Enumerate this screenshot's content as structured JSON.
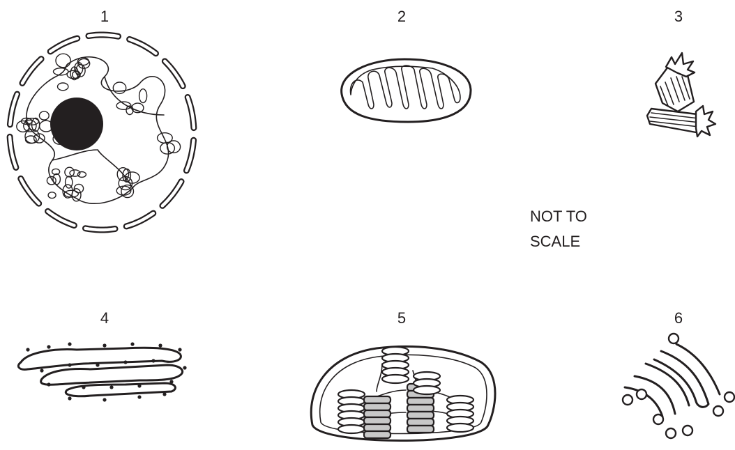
{
  "organelles": [
    {
      "label": "1",
      "name": "nucleus"
    },
    {
      "label": "2",
      "name": "mitochondrion"
    },
    {
      "label": "3",
      "name": "centriole"
    },
    {
      "label": "4",
      "name": "rough endoplasmic reticulum"
    },
    {
      "label": "5",
      "name": "chloroplast"
    },
    {
      "label": "6",
      "name": "golgi body"
    }
  ],
  "note": {
    "line1": "NOT TO",
    "line2": "SCALE"
  },
  "colors": {
    "ink": "#231f20",
    "grana_shade": "#c8c8c8",
    "background": "#ffffff"
  }
}
